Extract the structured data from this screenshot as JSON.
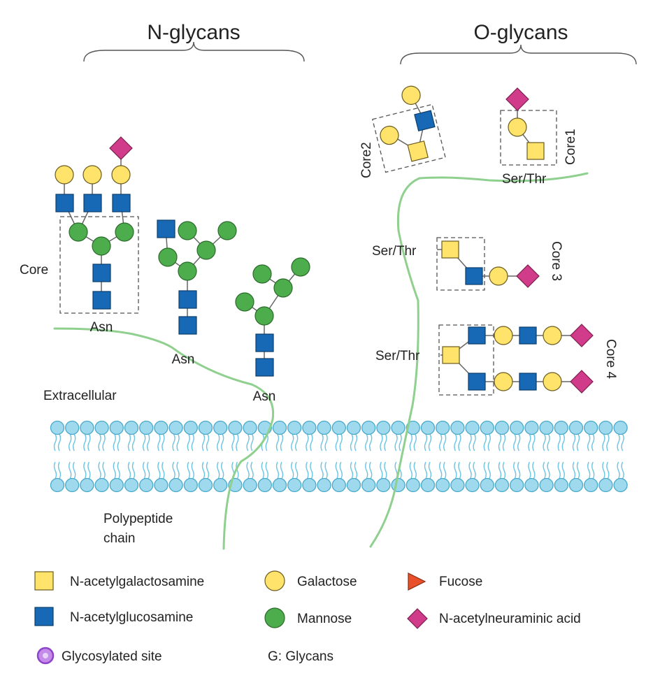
{
  "titles": {
    "n_glycans": "N-glycans",
    "o_glycans": "O-glycans"
  },
  "labels": {
    "core": "Core",
    "asn": "Asn",
    "extracellular": "Extracellular",
    "polypeptide_line1": "Polypeptide",
    "polypeptide_line2": "chain",
    "core1": "Core1",
    "core2": "Core2",
    "core3": "Core 3",
    "core4": "Core 4",
    "ser_thr": "Ser/Thr"
  },
  "legend": [
    {
      "label": "N-acetylgalactosamine",
      "shape": "square",
      "color": "#FFE36B"
    },
    {
      "label": "Galactose",
      "shape": "circle",
      "color": "#FFE36B"
    },
    {
      "label": "Fucose",
      "shape": "triangle",
      "color": "#E8502A"
    },
    {
      "label": "N-acetylglucosamine",
      "shape": "square",
      "color": "#1769B5"
    },
    {
      "label": "Mannose",
      "shape": "circle",
      "color": "#4DAD4D"
    },
    {
      "label": "N-acetylneuraminic acid",
      "shape": "diamond",
      "color": "#D13C8A"
    },
    {
      "label": "Glycosylated site",
      "shape": "ring",
      "color": "#B86FE0"
    },
    {
      "label": "G:  Glycans",
      "shape": "text"
    }
  ]
}
